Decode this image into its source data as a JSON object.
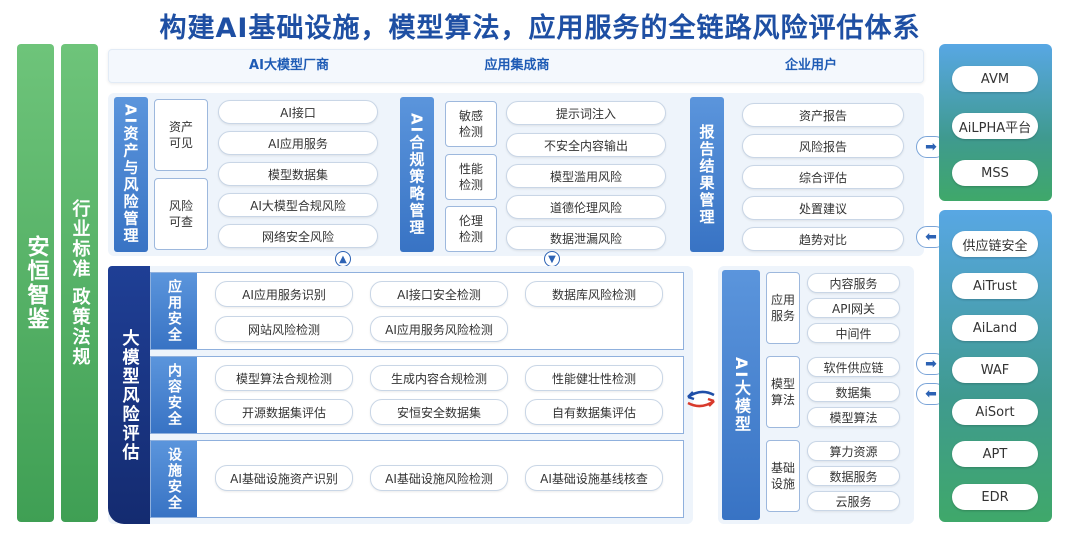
{
  "title": "构建AI基础设施，模型算法，应用服务的全链路风险评估体系",
  "left_bar_1": "安恒智鉴",
  "left_bar_2": "行业标准 政策法规",
  "top_row": [
    "AI大模型厂商",
    "应用集成商",
    "企业用户"
  ],
  "panel1": {
    "label": "AI资产与风险管理",
    "groups": [
      {
        "category": "资产\n可见",
        "items": [
          "AI接口",
          "AI应用服务",
          "模型数据集"
        ]
      },
      {
        "category": "风险\n可查",
        "items": [
          "AI大模型合规风险",
          "网络安全风险"
        ]
      }
    ]
  },
  "panel2": {
    "label": "AI合规策略管理",
    "categories": [
      "敏感\n检测",
      "性能\n检测",
      "伦理\n检测"
    ],
    "items": [
      "提示词注入",
      "不安全内容输出",
      "模型滥用风险",
      "道德伦理风险",
      "数据泄漏风险"
    ]
  },
  "panel3": {
    "label": "报告结果管理",
    "items": [
      "资产报告",
      "风险报告",
      "综合评估",
      "处置建议",
      "趋势对比"
    ]
  },
  "eval": {
    "label": "大模型风险评估",
    "sections": [
      {
        "label": "应用安全",
        "items": [
          "AI应用服务识别",
          "AI接口安全检测",
          "数据库风险检测",
          "网站风险检测",
          "AI应用服务风险检测"
        ]
      },
      {
        "label": "内容安全",
        "items": [
          "模型算法合规检测",
          "生成内容合规检测",
          "性能健壮性检测",
          "开源数据集评估",
          "安恒安全数据集",
          "自有数据集评估"
        ]
      },
      {
        "label": "设施安全",
        "items": [
          "AI基础设施资产识别",
          "AI基础设施风险检测",
          "AI基础设施基线核查"
        ]
      }
    ]
  },
  "ai_model": {
    "label": "AI大模型",
    "groups": [
      {
        "category": "应用\n服务",
        "items": [
          "内容服务",
          "API网关",
          "中间件"
        ]
      },
      {
        "category": "模型\n算法",
        "items": [
          "软件供应链",
          "数据集",
          "模型算法"
        ]
      },
      {
        "category": "基础\n设施",
        "items": [
          "算力资源",
          "数据服务",
          "云服务"
        ]
      }
    ]
  },
  "right_top": [
    "AVM",
    "AiLPHA平台",
    "MSS"
  ],
  "right_bottom": [
    "供应链安全",
    "AiTrust",
    "AiLand",
    "WAF",
    "AiSort",
    "APT",
    "EDR"
  ],
  "icons": {
    "arrow_right": "arrow-right-icon",
    "arrow_left": "arrow-left-icon",
    "arrow_up": "arrow-up-icon",
    "arrow_down": "arrow-down-icon",
    "sync": "sync-arrows-icon"
  },
  "colors": {
    "title": "#1e4fa3",
    "green": "#3f9f54",
    "blue": "#3873c4",
    "navy": "#142b70"
  }
}
